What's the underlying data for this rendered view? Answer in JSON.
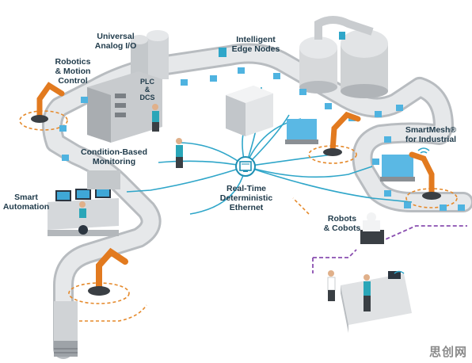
{
  "labels": {
    "universal_io": [
      "Universal",
      "Analog I/O"
    ],
    "intelligent_edge": [
      "Intelligent",
      "Edge Nodes"
    ],
    "robotics_motion": [
      "Robotics",
      "& Motion",
      "Control"
    ],
    "plc_dcs": [
      "PLC",
      "&",
      "DCS"
    ],
    "condition_monitoring": [
      "Condition-Based",
      "Monitoring"
    ],
    "smartmesh": [
      "SmartMesh®",
      "for Industrial"
    ],
    "smart_automation": [
      "Smart",
      "Automation"
    ],
    "ethernet": [
      "Real-Time",
      "Deterministic",
      "Ethernet"
    ],
    "robots_cobots": [
      "Robots",
      "& Cobots"
    ]
  },
  "watermark": "思创网",
  "colors": {
    "network_line": "#2fa6c9",
    "hub": "#1e8fb3",
    "robot_orange": "#e27a1f",
    "conveyor": "#d9dbdd",
    "box_blue": "#4fb3e0",
    "dashed_orange": "#e58a2c",
    "dashed_purple": "#8a4fb0",
    "person_teal": "#2aa6b8"
  },
  "icons": [
    "ethernet-port-icon",
    "wifi-icon"
  ]
}
